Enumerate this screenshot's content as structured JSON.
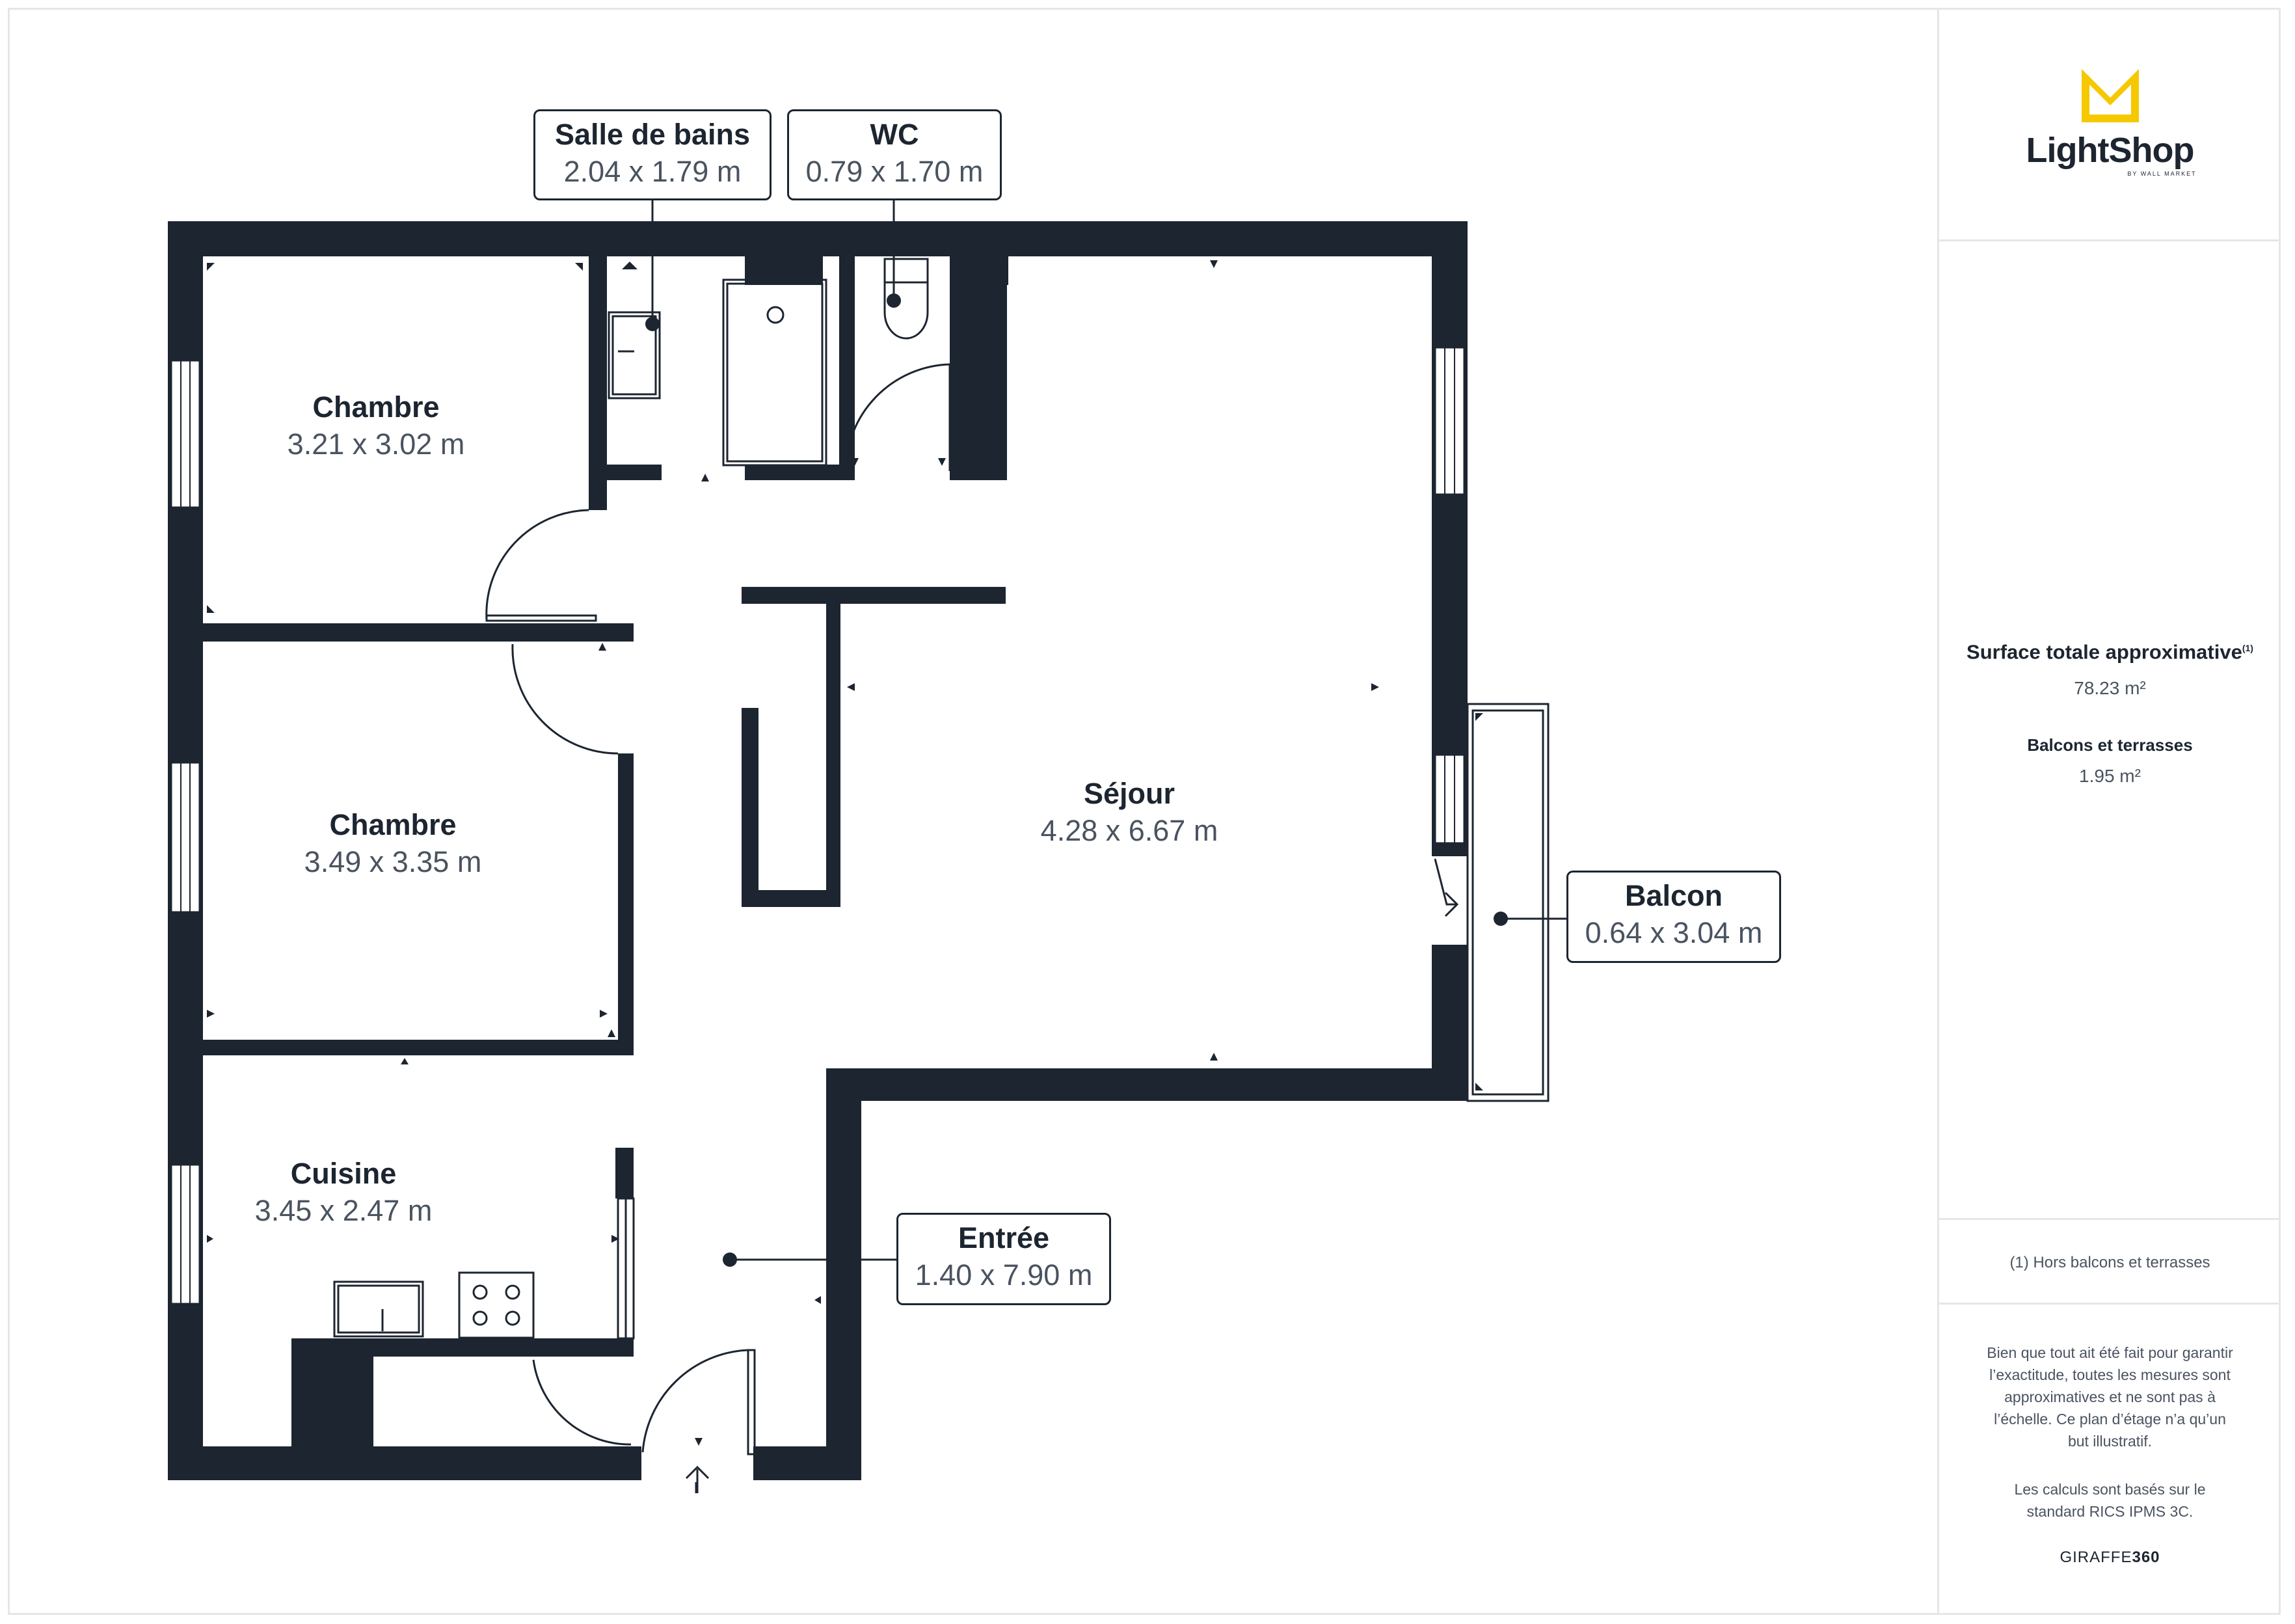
{
  "brand": {
    "name": "LightShop",
    "tagline": "BY WALL MARKET",
    "accent_color": "#f5c800"
  },
  "colors": {
    "wall": "#1c2530",
    "text_secondary": "#4a5360"
  },
  "rooms": {
    "chambre1": {
      "name": "Chambre",
      "dims": "3.21 x 3.02 m"
    },
    "chambre2": {
      "name": "Chambre",
      "dims": "3.49 x 3.35 m"
    },
    "cuisine": {
      "name": "Cuisine",
      "dims": "3.45 x 2.47 m"
    },
    "sejour": {
      "name": "Séjour",
      "dims": "4.28 x 6.67 m"
    }
  },
  "callouts": {
    "salle_de_bains": {
      "name": "Salle de bains",
      "dims": "2.04 x 1.79 m"
    },
    "wc": {
      "name": "WC",
      "dims": "0.79 x 1.70 m"
    },
    "balcon": {
      "name": "Balcon",
      "dims": "0.64 x 3.04 m"
    },
    "entree": {
      "name": "Entrée",
      "dims": "1.40 x 7.90 m"
    }
  },
  "summary": {
    "surface_title": "Surface totale approximative",
    "surface_note_marker": "(1)",
    "surface_value": "78.23 m²",
    "balcons_title": "Balcons et terrasses",
    "balcons_value": "1.95 m²",
    "footnote": "(1) Hors balcons et terrasses",
    "disclaimer": "Bien que tout ait été fait pour garantir l’exactitude, toutes les mesures sont approximatives et ne sont pas à l’échelle. Ce plan d’étage n’a qu’un but illustratif.",
    "calc_note": "Les calculs sont basés sur le standard RICS IPMS 3C.",
    "provider_light": "GIRAFFE",
    "provider_bold": "360"
  }
}
